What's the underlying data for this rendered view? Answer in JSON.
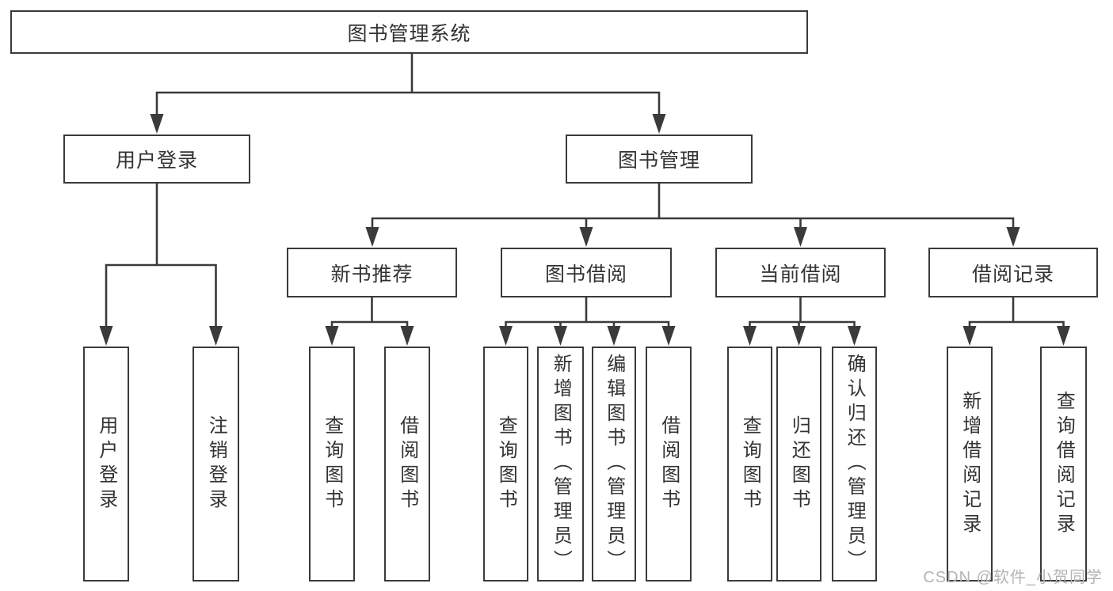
{
  "diagram": {
    "root": {
      "label": "图书管理系统"
    },
    "user_login": {
      "label": "用户登录",
      "children": {
        "login": {
          "label": "用户登录"
        },
        "logout": {
          "label": "注销登录"
        }
      }
    },
    "book_mgmt": {
      "label": "图书管理",
      "sections": {
        "new_books": {
          "label": "新书推荐",
          "children": {
            "query": {
              "label": "查询图书"
            },
            "borrow": {
              "label": "借阅图书"
            }
          }
        },
        "borrowing": {
          "label": "图书借阅",
          "children": {
            "query": {
              "label": "查询图书"
            },
            "add": {
              "label": "新增图书（管理员）"
            },
            "edit": {
              "label": "编辑图书（管理员）"
            },
            "borrow": {
              "label": "借阅图书"
            }
          }
        },
        "current": {
          "label": "当前借阅",
          "children": {
            "query": {
              "label": "查询图书"
            },
            "return": {
              "label": "归还图书"
            },
            "confirm": {
              "label": "确认归还（管理员）"
            }
          }
        },
        "records": {
          "label": "借阅记录",
          "children": {
            "add": {
              "label": "新增借阅记录"
            },
            "query": {
              "label": "查询借阅记录"
            }
          }
        }
      }
    }
  },
  "watermark": {
    "text": "CSDN @软件_小贺同学"
  },
  "colors": {
    "line": "#3a3a3a",
    "text": "#333333",
    "watermark": "#b4b4b4",
    "background": "#ffffff"
  }
}
